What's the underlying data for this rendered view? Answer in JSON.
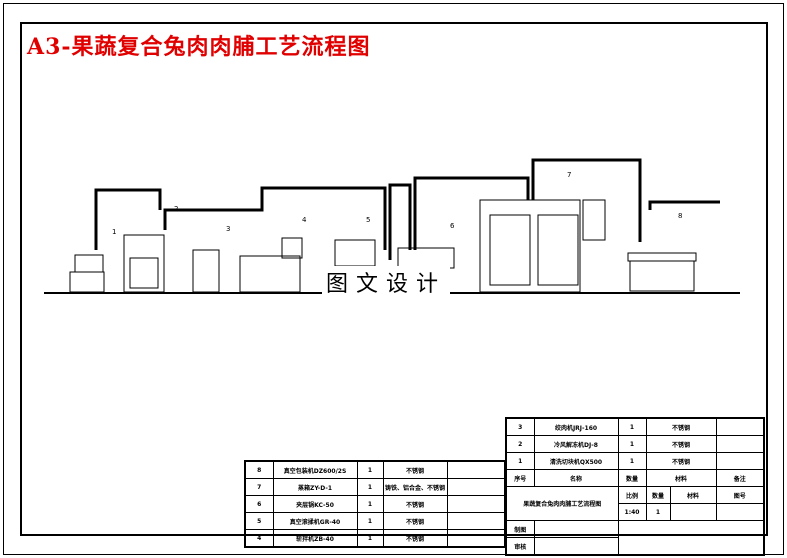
{
  "title": "A3-果蔬复合兔肉肉脯工艺流程图",
  "watermark": "图文设计",
  "equipment_labels": [
    "1",
    "2",
    "3",
    "4",
    "5",
    "6",
    "7",
    "8"
  ],
  "left_table": [
    {
      "no": "8",
      "name": "真空包装机DZ600/2S",
      "qty": "1",
      "material": "不锈钢"
    },
    {
      "no": "7",
      "name": "蒸箱ZY-D-1",
      "qty": "1",
      "material": "铸铁、铝合金、不锈钢"
    },
    {
      "no": "6",
      "name": "夹层锅KC-50",
      "qty": "1",
      "material": "不锈钢"
    },
    {
      "no": "5",
      "name": "真空滚揉机GR-40",
      "qty": "1",
      "material": "不锈钢"
    },
    {
      "no": "4",
      "name": "斩拌机ZB-40",
      "qty": "1",
      "material": "不锈钢"
    }
  ],
  "right_table": [
    {
      "no": "3",
      "name": "绞肉机JRJ-160",
      "qty": "1",
      "material": "不锈钢"
    },
    {
      "no": "2",
      "name": "冷风解冻机DJ-8",
      "qty": "1",
      "material": "不锈钢"
    },
    {
      "no": "1",
      "name": "清洗切块机QX500",
      "qty": "1",
      "material": "不锈钢"
    }
  ],
  "header": {
    "no": "序号",
    "name": "名称",
    "qty": "数量",
    "material": "材料",
    "remark": "备注"
  },
  "title_block": {
    "drawing_name": "果蔬复合兔肉肉脯工艺流程图",
    "scale_label": "比例",
    "qty_label": "数量",
    "material_label": "材料",
    "drawing_no_label": "图号",
    "scale": "1:40",
    "qty": "1",
    "drawn_label": "制图",
    "checked_label": "审核"
  }
}
